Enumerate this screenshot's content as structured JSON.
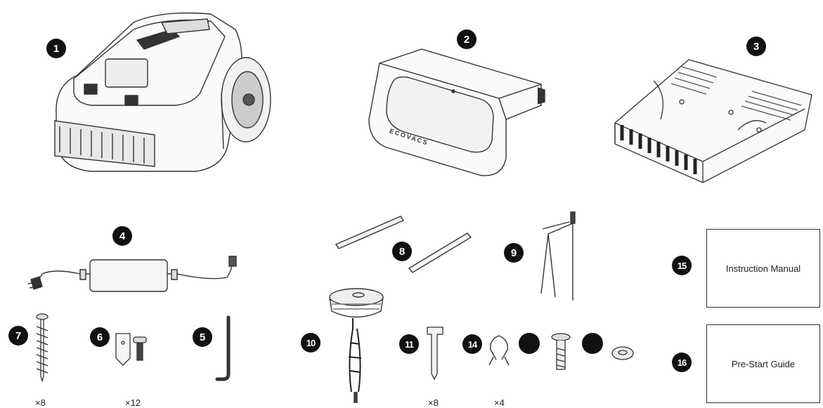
{
  "items": [
    {
      "number": "1"
    },
    {
      "number": "2",
      "brand_mark": "ECOVACS"
    },
    {
      "number": "3"
    },
    {
      "number": "4"
    },
    {
      "number": "5"
    },
    {
      "number": "6",
      "quantity": "×12"
    },
    {
      "number": "7",
      "quantity": "×8"
    },
    {
      "number": "8"
    },
    {
      "number": "9"
    },
    {
      "number": "10"
    },
    {
      "number": "11",
      "quantity": "×8"
    },
    {
      "number": "14",
      "quantity": "×4"
    },
    {
      "number": "15",
      "label": "Instruction Manual"
    },
    {
      "number": "16",
      "label": "Pre-Start Guide"
    }
  ]
}
